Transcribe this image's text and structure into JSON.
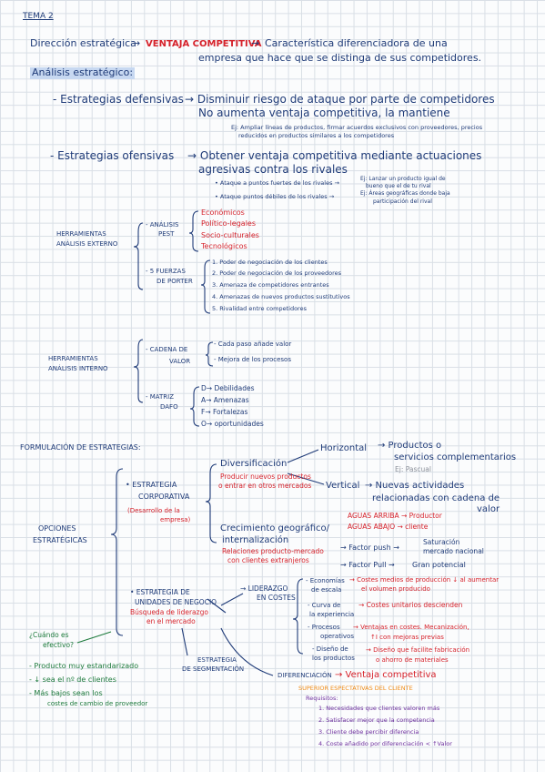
{
  "tema": "TEMA 2",
  "direccion": {
    "label": "Dirección estratégica",
    "arrow1": "→",
    "ventaja": "VENTAJA COMPETITIVA",
    "arrow2": "→",
    "line1": "Característica diferenciadora de una",
    "line2": "empresa que hace que se distinga de sus competidores."
  },
  "analisis": "Análisis estratégico:",
  "defensivas": {
    "label": "- Estrategias defensivas",
    "line1": "→ Disminuir riesgo de ataque por parte de competidores",
    "line2": "No aumenta ventaja competitiva, la mantiene",
    "ej1": "Ej: Ampliar líneas de productos, firmar acuerdos exclusivos con proveedores, precios",
    "ej2": "reducidos en productos similares a los competidores"
  },
  "ofensivas": {
    "label": "- Estrategias ofensivas",
    "line1": "→ Obtener ventaja competitiva mediante actuaciones",
    "line2": "agresivas contra los rivales",
    "bullet1": "• Ataque a puntos fuertes de los rivales →",
    "ej1a": "Ej: Lanzar un producto igual de",
    "ej1b": "bueno que el de tu rival",
    "bullet2": "• Ataque puntos débiles de los rivales →",
    "ej2a": "Ej: Áreas geográficas donde baja",
    "ej2b": "participación del rival"
  },
  "herr_externo": {
    "title1": "HERRAMIENTAS",
    "title2": "ANÁLISIS EXTERNO",
    "pest1": "- ANÁLISIS",
    "pest2": "PEST",
    "pest_items": [
      "Económicos",
      "Político-legales",
      "Socio-culturales",
      "Tecnológicos"
    ],
    "porter1": "- 5 FUERZAS",
    "porter2": "DE PORTER",
    "porter_items": [
      "1. Poder de negociación de los clientes",
      "2. Poder de negociación de los proveedores",
      "3. Amenaza de competidores entrantes",
      "4. Amenazas de nuevos productos sustitutivos",
      "5. Rivalidad entre competidores"
    ]
  },
  "herr_interno": {
    "title1": "HERRAMIENTAS",
    "title2": "ANÁLISIS INTERNO",
    "cadena1": "- CADENA DE",
    "cadena2": "VALOR",
    "cadena_items": [
      "- Cada paso añade valor",
      "- Mejora de los procesos"
    ],
    "dafo1": "- MATRIZ",
    "dafo2": "DAFO",
    "dafo_items": [
      "D→ Debilidades",
      "A→ Amenazas",
      "F→ Fortalezas",
      "O→ oportunidades"
    ]
  },
  "formulacion": "FORMULACIÓN DE ESTRATEGIAS:",
  "opciones1": "OPCIONES",
  "opciones2": "ESTRATÉGICAS",
  "corporativa": {
    "title1": "• ESTRATEGIA",
    "title2": "CORPORATIVA",
    "sub1": "(Desarrollo de la",
    "sub2": "empresa)",
    "diversificacion": "Diversificación",
    "div_red1": "Producir nuevos productos",
    "div_red2": "o entrar en otros mercados",
    "horizontal": "Horizontal",
    "horizontal_desc1": "→ Productos o",
    "horizontal_desc2": "servicios complementarios",
    "horizontal_ej": "Ej: Pascual",
    "vertical": "Vertical",
    "vertical_desc1": "→ Nuevas actividades",
    "vertical_desc2": "relacionadas con cadena de",
    "vertical_desc3": "valor",
    "arriba": "AGUAS ARRIBA → Productor",
    "abajo": "AGUAS ABAJO → cliente",
    "crecimiento1": "Crecimiento geográfico/",
    "crecimiento2": "internalización",
    "crec_red1": "Relaciones producto-mercado",
    "crec_red2": "con clientes extranjeros",
    "push_label": "→ Factor push →",
    "push_desc1": "Saturación",
    "push_desc2": "mercado nacional",
    "pull_label": "→ Factor Pull →",
    "pull_desc": "Gran potencial"
  },
  "negocio": {
    "title1": "• ESTRATEGIA DE",
    "title2": "UNIDADES DE NEGOCIO",
    "red1": "Búsqueda de liderazgo",
    "red2": "en el mercado",
    "liderazgo1": "→ LIDERAZGO",
    "liderazgo2": "EN COSTES",
    "economias1": "- Economías",
    "economias2": "de escala",
    "economias_desc1": "→ Costes medios de producción ↓ al aumentar",
    "economias_desc2": "el volumen producido",
    "curva1": "- Curva de",
    "curva2": "la experiencia",
    "curva_desc": "→ Costes unitarios descienden",
    "procesos1": "- Procesos",
    "procesos2": "operativos",
    "procesos_desc1": "→ Ventajas en costes. Mecanización,",
    "procesos_desc2": "↑I con mejoras previas",
    "diseno1": "- Diseño de",
    "diseno2": "los productos",
    "diseno_desc1": "→ Diseño que facilite fabricación",
    "diseno_desc2": "o ahorro de materiales"
  },
  "segmentacion1": "ESTRATEGIA",
  "segmentacion2": "DE SEGMENTACIÓN",
  "diferenciacion": {
    "label": "DIFERENCIACIÓN",
    "desc": "→ Ventaja competitiva",
    "orange": "SUPERIOR ESPECTATIVAS DEL CLIENTE",
    "requisitos": "Requisitos:",
    "items": [
      "1. Necesidades que clientes valoren más",
      "2. Satisfacer mejor que la competencia",
      "3. Cliente debe percibir diferencia",
      "4. Coste añadido por diferenciación < ↑Valor"
    ]
  },
  "cuando": {
    "title1": "¿Cuándo es",
    "title2": "efectivo?",
    "items": [
      "- Producto muy estandarizado",
      "- ↓ sea el nº de clientes",
      "- Más bajos sean los",
      "costes de cambio de proveedor"
    ]
  }
}
